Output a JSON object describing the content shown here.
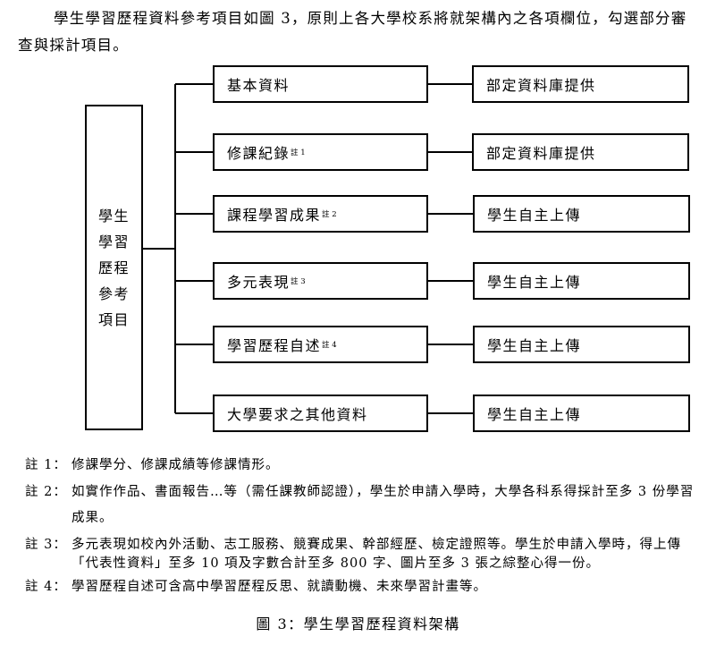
{
  "intro": "學生學習歷程資料參考項目如圖 3，原則上各大學校系將就架構內之各項欄位，勾選部分審查與採計項目。",
  "root_label": "學生\n學習\n歷程\n參考\n項目",
  "categories": [
    {
      "label": "基本資料",
      "note": "",
      "source": "部定資料庫提供"
    },
    {
      "label": "修課紀錄",
      "note": "註 1",
      "source": "部定資料庫提供"
    },
    {
      "label": "課程學習成果",
      "note": "註 2",
      "source": "學生自主上傳"
    },
    {
      "label": "多元表現",
      "note": "註 3",
      "source": "學生自主上傳"
    },
    {
      "label": "學習歷程自述",
      "note": "註 4",
      "source": "學生自主上傳"
    },
    {
      "label": "大學要求之其他資料",
      "note": "",
      "source": "學生自主上傳"
    }
  ],
  "notes": [
    {
      "label": "註 1：",
      "text": "修課學分、修課成績等修課情形。"
    },
    {
      "label": "註 2：",
      "text": "如實作作品、書面報告…等（需任課教師認證），學生於申請入學時，大學各科系得採計至多 3 份學習成果。"
    },
    {
      "label": "註 3：",
      "text": "多元表現如校內外活動、志工服務、競賽成果、幹部經歷、檢定證照等。學生於申請入學時，得上傳「代表性資料」至多 10 項及字數合計至多 800 字、圖片至多 3 張之綜整心得一份。"
    },
    {
      "label": "註 4：",
      "text": "學習歷程自述可含高中學習歷程反思、就讀動機、未來學習計畫等。"
    }
  ],
  "caption": "圖 3：學生學習歷程資料架構"
}
